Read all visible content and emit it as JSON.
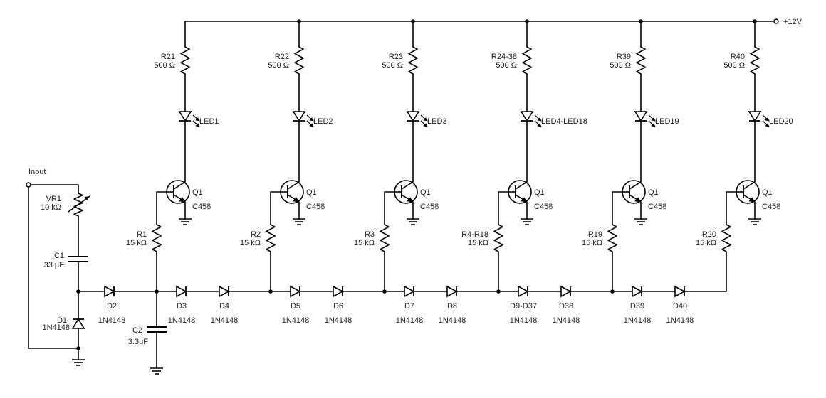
{
  "diagram": {
    "title": "",
    "supply_label": "+12V",
    "input_label": "Input",
    "colors": {
      "wire": "#000000",
      "text": "#222222",
      "background": "#ffffff"
    },
    "input_section": {
      "vr1": {
        "ref": "VR1",
        "value": "10 kΩ"
      },
      "c1": {
        "ref": "C1",
        "value": "33 µF"
      },
      "d1": {
        "ref": "D1",
        "value": "1N4148"
      },
      "d2": {
        "ref": "D2",
        "value": "1N4148"
      },
      "c2": {
        "ref": "C2",
        "value": "3.3uF"
      }
    },
    "stages": [
      {
        "res_top": "R21",
        "res_top_val": "500 Ω",
        "led": "LED1",
        "q": "Q1",
        "q_part": "C458",
        "res_base": "R1",
        "res_base_val": "15 kΩ",
        "diode_a": "D3",
        "diode_a_val": "1N4148",
        "diode_b": "D4",
        "diode_b_val": "1N4148"
      },
      {
        "res_top": "R22",
        "res_top_val": "500 Ω",
        "led": "LED2",
        "q": "Q1",
        "q_part": "C458",
        "res_base": "R2",
        "res_base_val": "15 kΩ",
        "diode_a": "D5",
        "diode_a_val": "1N4148",
        "diode_b": "D6",
        "diode_b_val": "1N4148"
      },
      {
        "res_top": "R23",
        "res_top_val": "500 Ω",
        "led": "LED3",
        "q": "Q1",
        "q_part": "C458",
        "res_base": "R3",
        "res_base_val": "15 kΩ",
        "diode_a": "D7",
        "diode_a_val": "1N4148",
        "diode_b": "D8",
        "diode_b_val": "1N4148"
      },
      {
        "res_top": "R24-38",
        "res_top_val": "500 Ω",
        "led": "LED4-LED18",
        "q": "Q1",
        "q_part": "C458",
        "res_base": "R4-R18",
        "res_base_val": "15 kΩ",
        "diode_a": "D9-D37",
        "diode_a_val": "1N4148",
        "diode_b": "D38",
        "diode_b_val": "1N4148"
      },
      {
        "res_top": "R39",
        "res_top_val": "500 Ω",
        "led": "LED19",
        "q": "Q1",
        "q_part": "C458",
        "res_base": "R19",
        "res_base_val": "15 kΩ",
        "diode_a": "D39",
        "diode_a_val": "1N4148",
        "diode_b": "D40",
        "diode_b_val": "1N4148"
      },
      {
        "res_top": "R40",
        "res_top_val": "500 Ω",
        "led": "LED20",
        "q": "Q1",
        "q_part": "C458",
        "res_base": "R20",
        "res_base_val": "15 kΩ"
      }
    ]
  }
}
